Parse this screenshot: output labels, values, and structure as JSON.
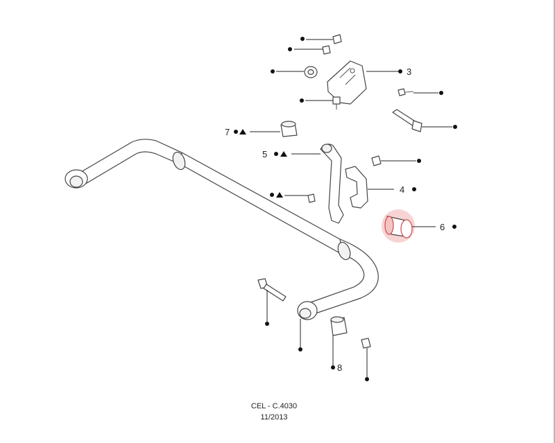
{
  "labels": {
    "part3": "3",
    "part4": "4",
    "part5": "5",
    "part6": "6",
    "part7": "7",
    "part8": "8"
  },
  "caption": {
    "code": "CEL - C.4030",
    "date": "11/2013"
  },
  "highlight_color": "#e05555",
  "marker_symbols": [
    "bullet-dot",
    "triangle"
  ]
}
